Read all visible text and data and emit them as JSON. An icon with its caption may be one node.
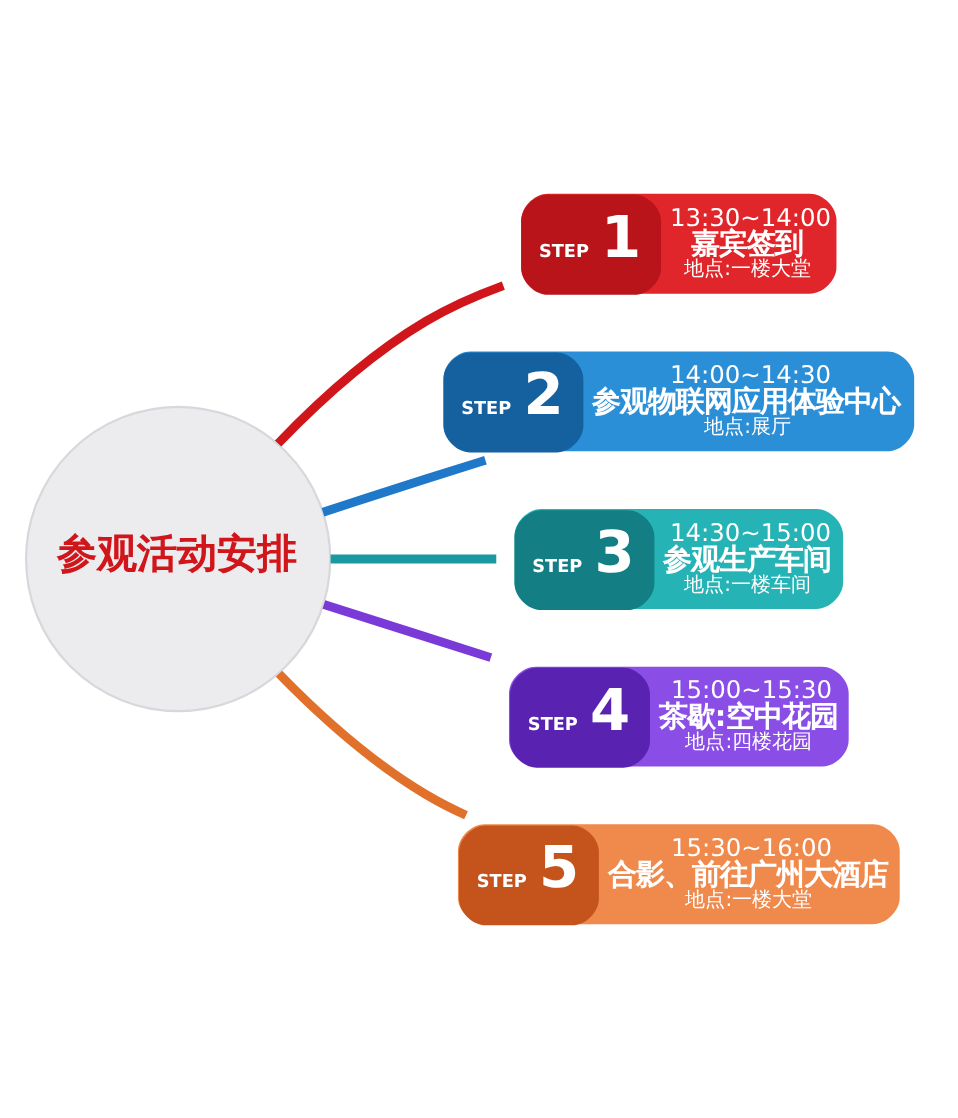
{
  "diagram": {
    "nodes": [
      {
        "text": [
          "参观活动安排"
        ]
      },
      {
        "text": [
          "STEP",
          "1",
          "13:30~14:00",
          "嘉宾签到",
          "地点:一楼大堂"
        ]
      },
      {
        "text": [
          "STEP",
          "2",
          "14:00~14:30",
          "参观物联网应用体验中心",
          "地点:展厅"
        ]
      },
      {
        "text": [
          "STEP",
          "3",
          "14:30~15:00",
          "参观生产车间",
          "地点:一楼车间"
        ]
      },
      {
        "text": [
          "STEP",
          "4",
          "15:00~15:30",
          "茶歇:空中花园",
          "地点:四楼花园"
        ]
      },
      {
        "text": [
          "STEP",
          "5",
          "15:30~16:00",
          "合影、前往广州大酒店",
          "地点:一楼大堂"
        ]
      }
    ],
    "edges": [
      {
        "from": 0,
        "to": 1,
        "arrow": "none",
        "color": "#d0161b"
      },
      {
        "from": 0,
        "to": 2,
        "arrow": "none",
        "color": "#1f78c8"
      },
      {
        "from": 0,
        "to": 3,
        "arrow": "none",
        "color": "#1a9aa0"
      },
      {
        "from": 0,
        "to": 4,
        "arrow": "none",
        "color": "#7a3ad8"
      },
      {
        "from": 0,
        "to": 5,
        "arrow": "none",
        "color": "#e0702a"
      }
    ]
  }
}
